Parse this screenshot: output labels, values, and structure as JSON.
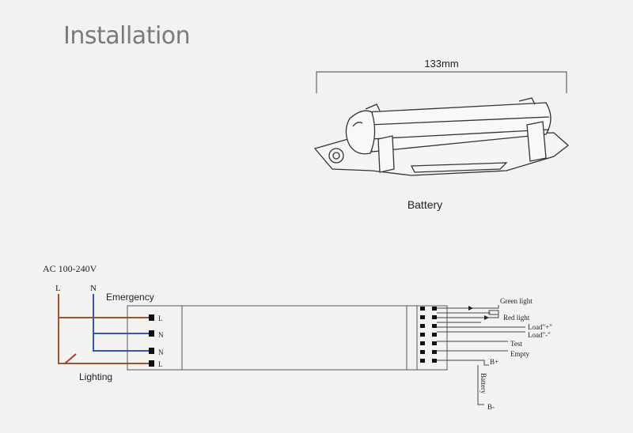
{
  "page": {
    "title": "Installation"
  },
  "battery_figure": {
    "dimension_label": "133mm",
    "caption": "Battery"
  },
  "wiring": {
    "supply_label": "AC 100-240V",
    "line_label": "L",
    "neutral_label": "N",
    "emergency_label": "Emergency",
    "lighting_label": "Lighting",
    "input_terminals": [
      "L",
      "N",
      "N",
      "L"
    ],
    "output_labels": {
      "green_light": "Green light",
      "red_light": "Red light",
      "load_plus": "Load\"+\"",
      "load_minus": "Load\"-\"",
      "test": "Test",
      "empty": "Empty",
      "battery_plus": "B+",
      "battery": "Battery",
      "battery_minus": "B-"
    },
    "colors": {
      "line": "#a0522d",
      "neutral": "#2f55c8",
      "wire": "#555555"
    }
  }
}
